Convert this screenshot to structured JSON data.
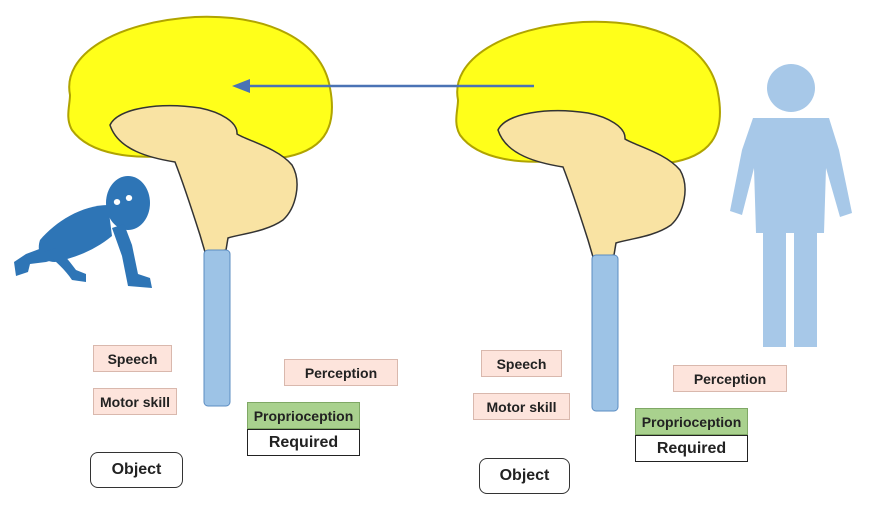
{
  "colors": {
    "cortex": "#ffff1a",
    "cortex_stroke": "#b0a400",
    "brainstem": "#f9e3a3",
    "brainstem_stroke": "#333333",
    "spinal_cord": "#9dc3e6",
    "arrow": "#4a73b5",
    "infant": "#2e75b6",
    "adult": "#a7c8e8",
    "label_peach": "#fde4dc",
    "label_green": "#a9d18e"
  },
  "icons": {
    "infant": "crawling-baby-icon",
    "adult": "standing-person-icon"
  },
  "infant": {
    "speech": "Speech",
    "motor_skill": "Motor skill",
    "perception": "Perception",
    "proprioception": "Proprioception",
    "required": "Required",
    "object": "Object"
  },
  "adult": {
    "speech": "Speech",
    "motor_skill": "Motor skill",
    "perception": "Perception",
    "proprioception": "Proprioception",
    "required": "Required",
    "object": "Object"
  }
}
